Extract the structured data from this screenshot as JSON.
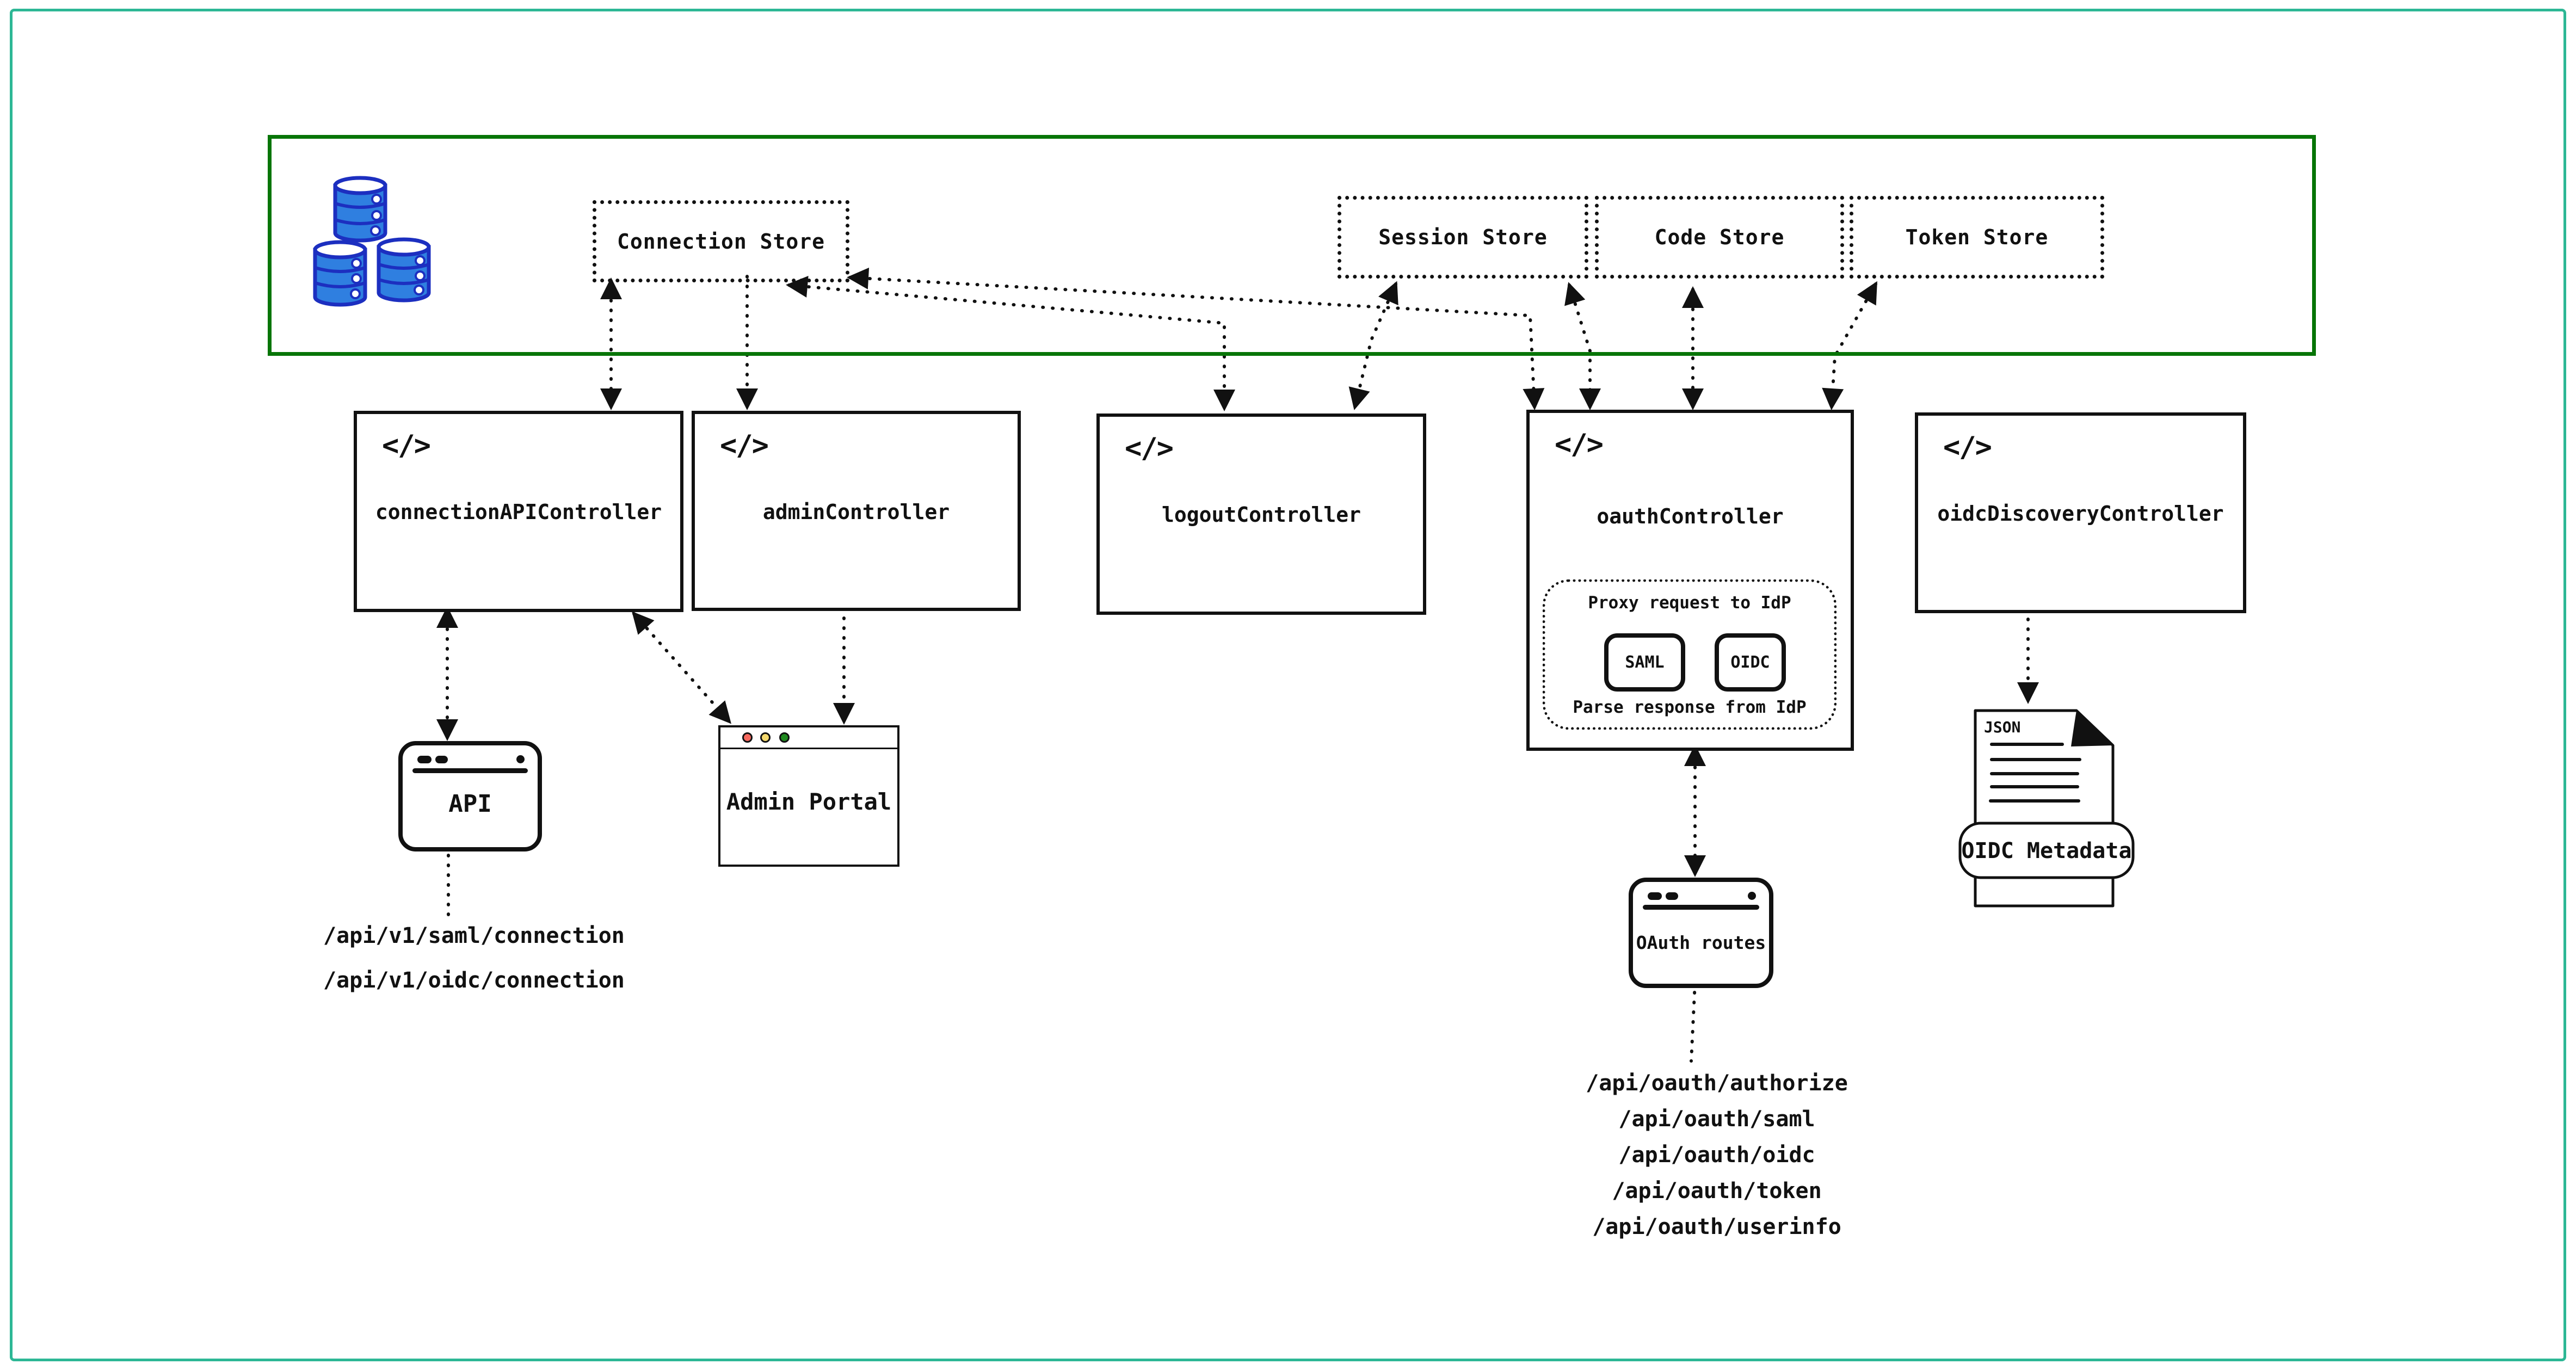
{
  "colors": {
    "outer_frame_teal": "#2db795",
    "store_zone_green": "#077507",
    "database_blue": "#2f7fe0",
    "database_blue_dark": "#1c2fc0",
    "ink_black": "#111111",
    "traffic_light_red": "#f7695f",
    "traffic_light_yellow": "#f5d96d",
    "traffic_light_green": "#1f8a1f"
  },
  "icons": {
    "code_glyph": "</>",
    "database": "database-stack-icon"
  },
  "store_zone": {
    "connection_store": "Connection Store",
    "session_store": "Session Store",
    "code_store": "Code Store",
    "token_store": "Token Store"
  },
  "controllers": {
    "connection_api": "connectionAPIController",
    "admin": "adminController",
    "logout": "logoutController",
    "oauth": "oauthController",
    "oidc_discovery": "oidcDiscoveryController"
  },
  "oauth_proxy": {
    "proxy_request": "Proxy request to IdP",
    "saml": "SAML",
    "oidc": "OIDC",
    "parse_response": "Parse response from IdP"
  },
  "clients": {
    "api_window": "API",
    "admin_portal": "Admin Portal",
    "oauth_routes": "OAuth routes"
  },
  "oidc_metadata_doc": {
    "file_type": "JSON",
    "banner": "OIDC Metadata"
  },
  "api_paths": [
    "/api/v1/saml/connection",
    "/api/v1/oidc/connection"
  ],
  "oauth_paths": [
    "/api/oauth/authorize",
    "/api/oauth/saml",
    "/api/oauth/oidc",
    "/api/oauth/token",
    "/api/oauth/userinfo"
  ]
}
